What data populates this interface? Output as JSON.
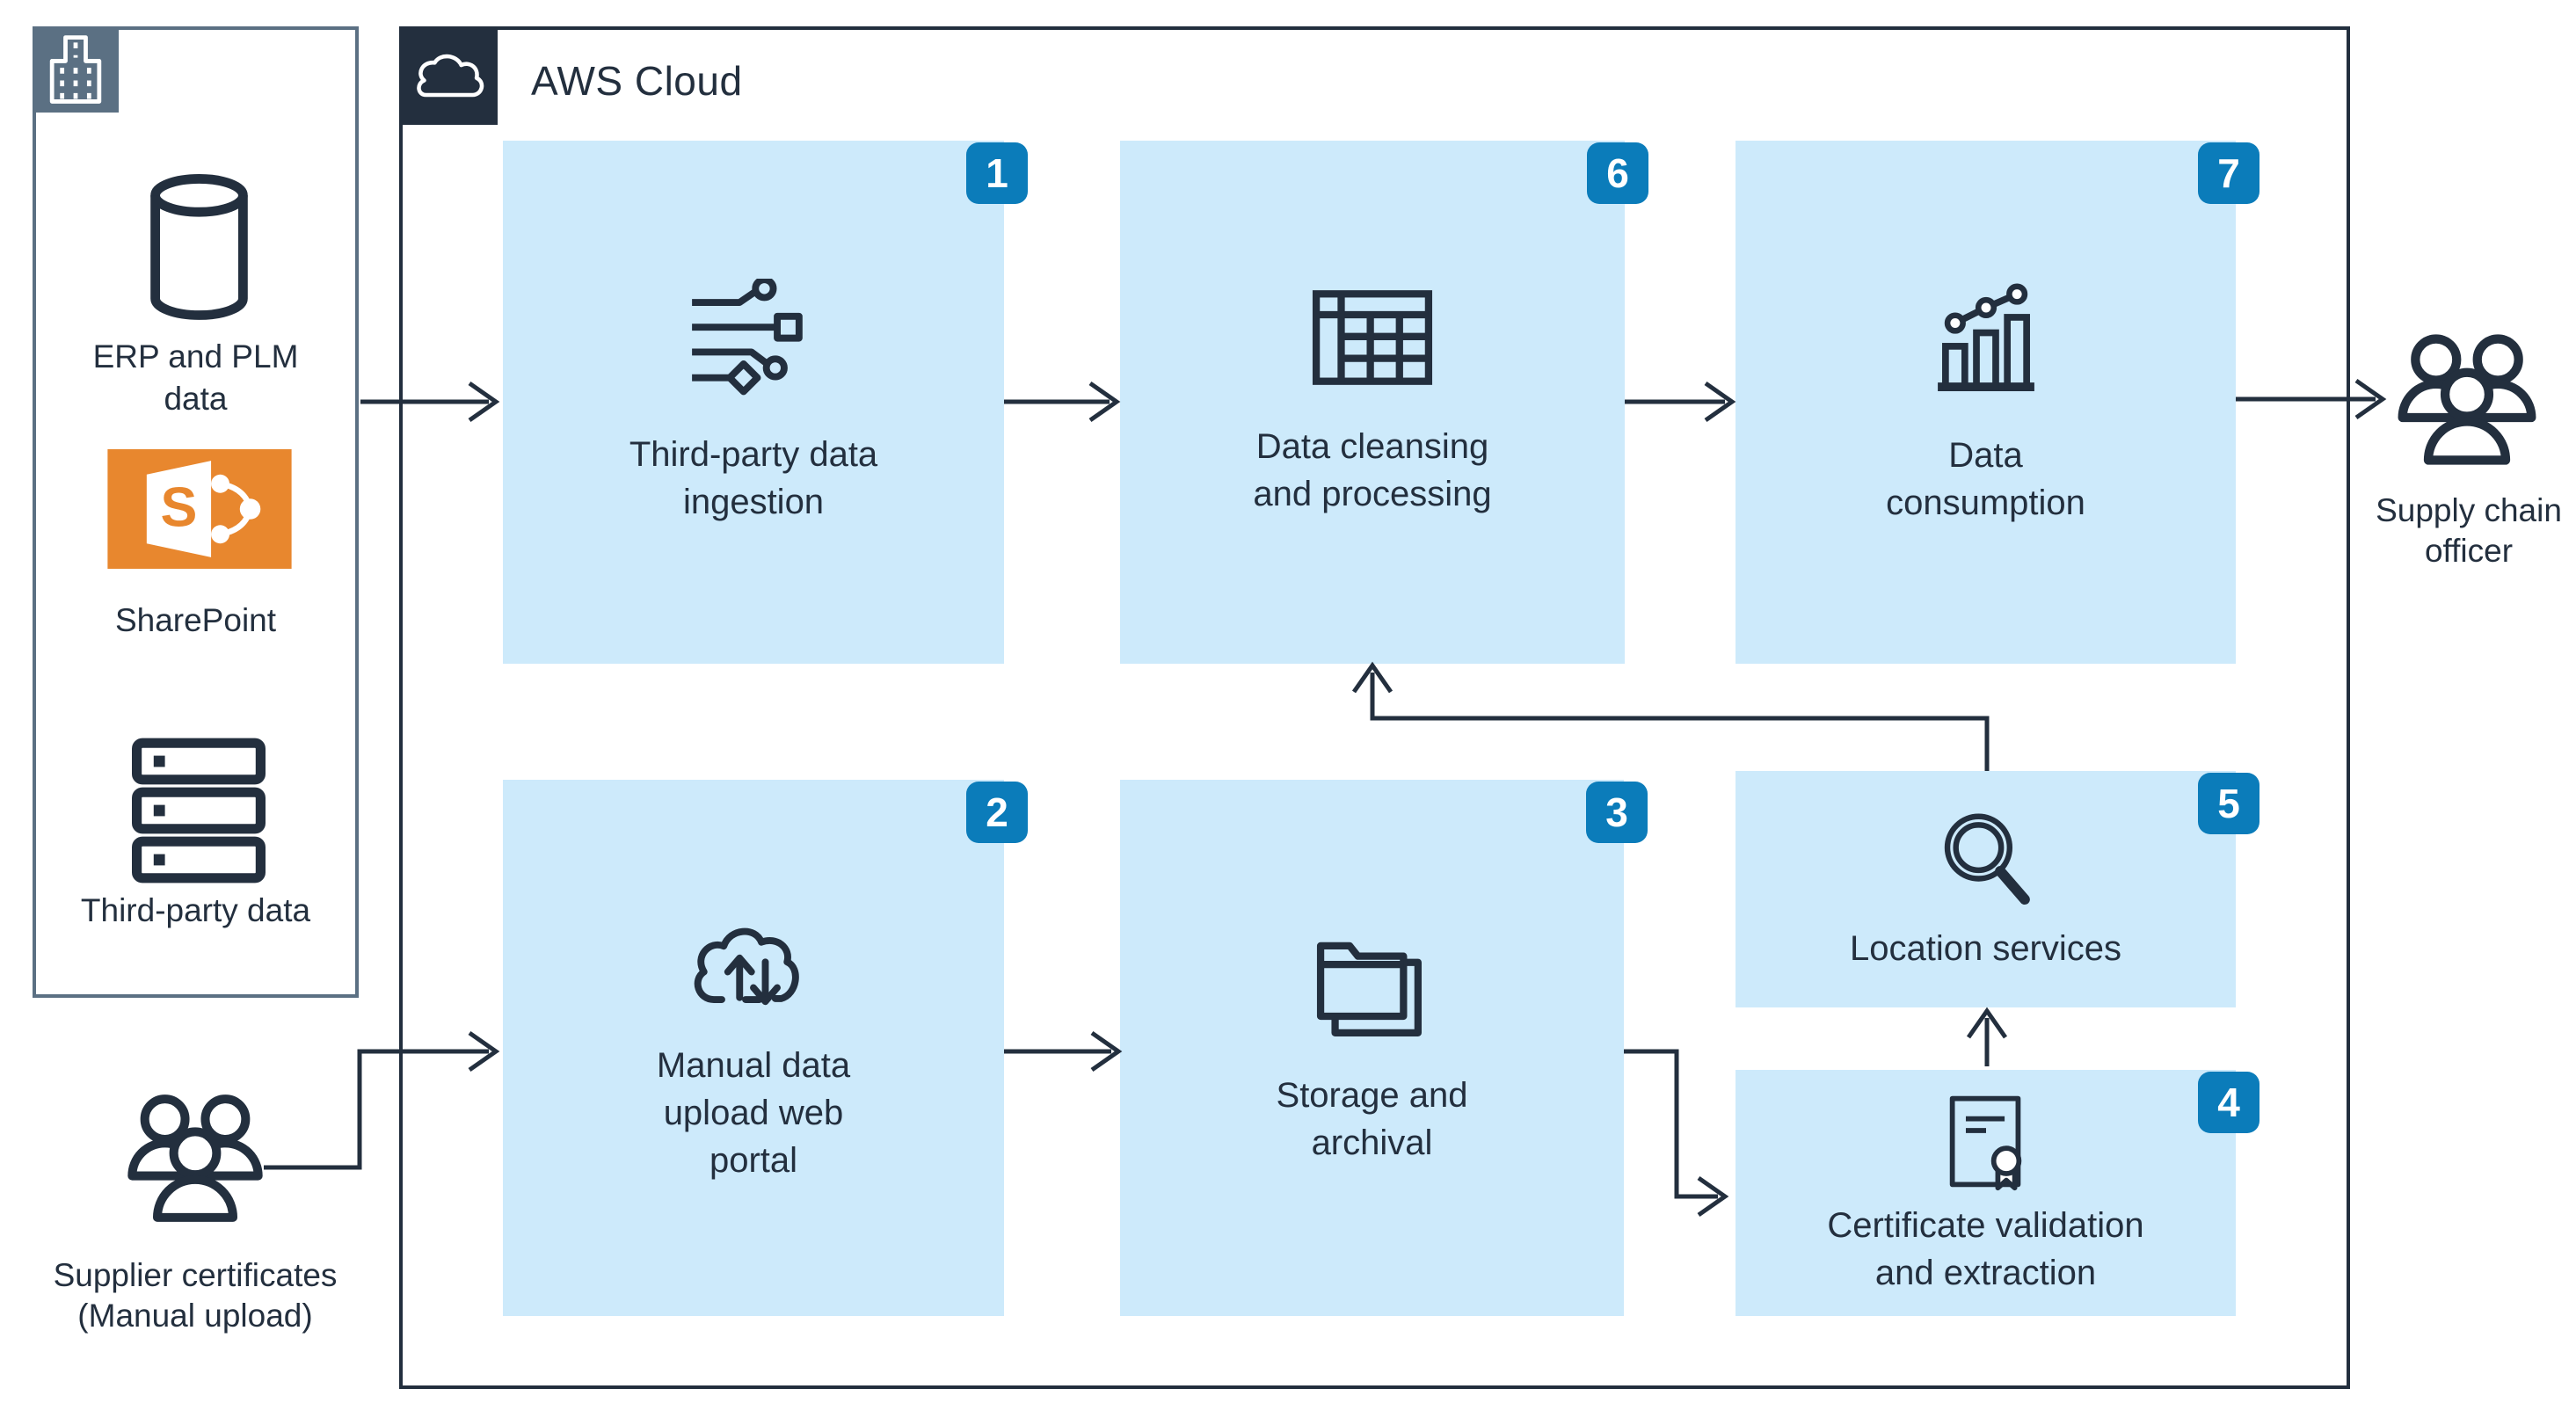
{
  "colors": {
    "navy": "#232f3e",
    "light_blue": "#cdeafb",
    "badge_blue": "#0b7cba",
    "slate": "#5b7083",
    "sharepoint_orange": "#e8872e",
    "background": "#ffffff"
  },
  "sources_panel": {
    "corner_icon": "building-icon",
    "items": [
      {
        "icon": "database-icon",
        "label_lines": [
          "ERP and PLM",
          "data"
        ]
      },
      {
        "icon": "sharepoint-icon",
        "sharepoint_letter": "S",
        "label_lines": [
          "SharePoint"
        ]
      },
      {
        "icon": "server-stack-icon",
        "label_lines": [
          "Third-party data"
        ]
      }
    ]
  },
  "supplier": {
    "icon": "users-icon",
    "label_lines": [
      "Supplier certificates",
      "(Manual upload)"
    ]
  },
  "aws": {
    "logo_icon": "cloud-icon",
    "title": "AWS Cloud",
    "boxes": [
      {
        "number": "1",
        "icon": "data-ingestion-icon",
        "label_lines": [
          "Third-party data",
          "ingestion"
        ]
      },
      {
        "number": "6",
        "icon": "table-icon",
        "label_lines": [
          "Data cleansing",
          "and processing"
        ]
      },
      {
        "number": "7",
        "icon": "bar-chart-icon",
        "label_lines": [
          "Data",
          "consumption"
        ]
      },
      {
        "number": "2",
        "icon": "cloud-upload-icon",
        "label_lines": [
          "Manual data",
          "upload web",
          "portal"
        ]
      },
      {
        "number": "3",
        "icon": "folders-icon",
        "label_lines": [
          "Storage and",
          "archival"
        ]
      },
      {
        "number": "5",
        "icon": "magnifier-icon",
        "label_lines": [
          "Location services"
        ]
      },
      {
        "number": "4",
        "icon": "certificate-icon",
        "label_lines": [
          "Certificate validation",
          "and extraction"
        ]
      }
    ]
  },
  "officer": {
    "icon": "users-icon",
    "label_lines": [
      "Supply chain",
      "officer"
    ]
  },
  "connections": [
    "sources-panel -> third-party-data-ingestion",
    "third-party-data-ingestion -> data-cleansing-and-processing",
    "data-cleansing-and-processing -> data-consumption",
    "data-consumption -> supply-chain-officer",
    "supplier-certificates -> manual-data-upload-web-portal",
    "manual-data-upload-web-portal -> storage-and-archival",
    "storage-and-archival -> certificate-validation-and-extraction",
    "certificate-validation-and-extraction -> location-services",
    "location-services -> data-cleansing-and-processing"
  ]
}
